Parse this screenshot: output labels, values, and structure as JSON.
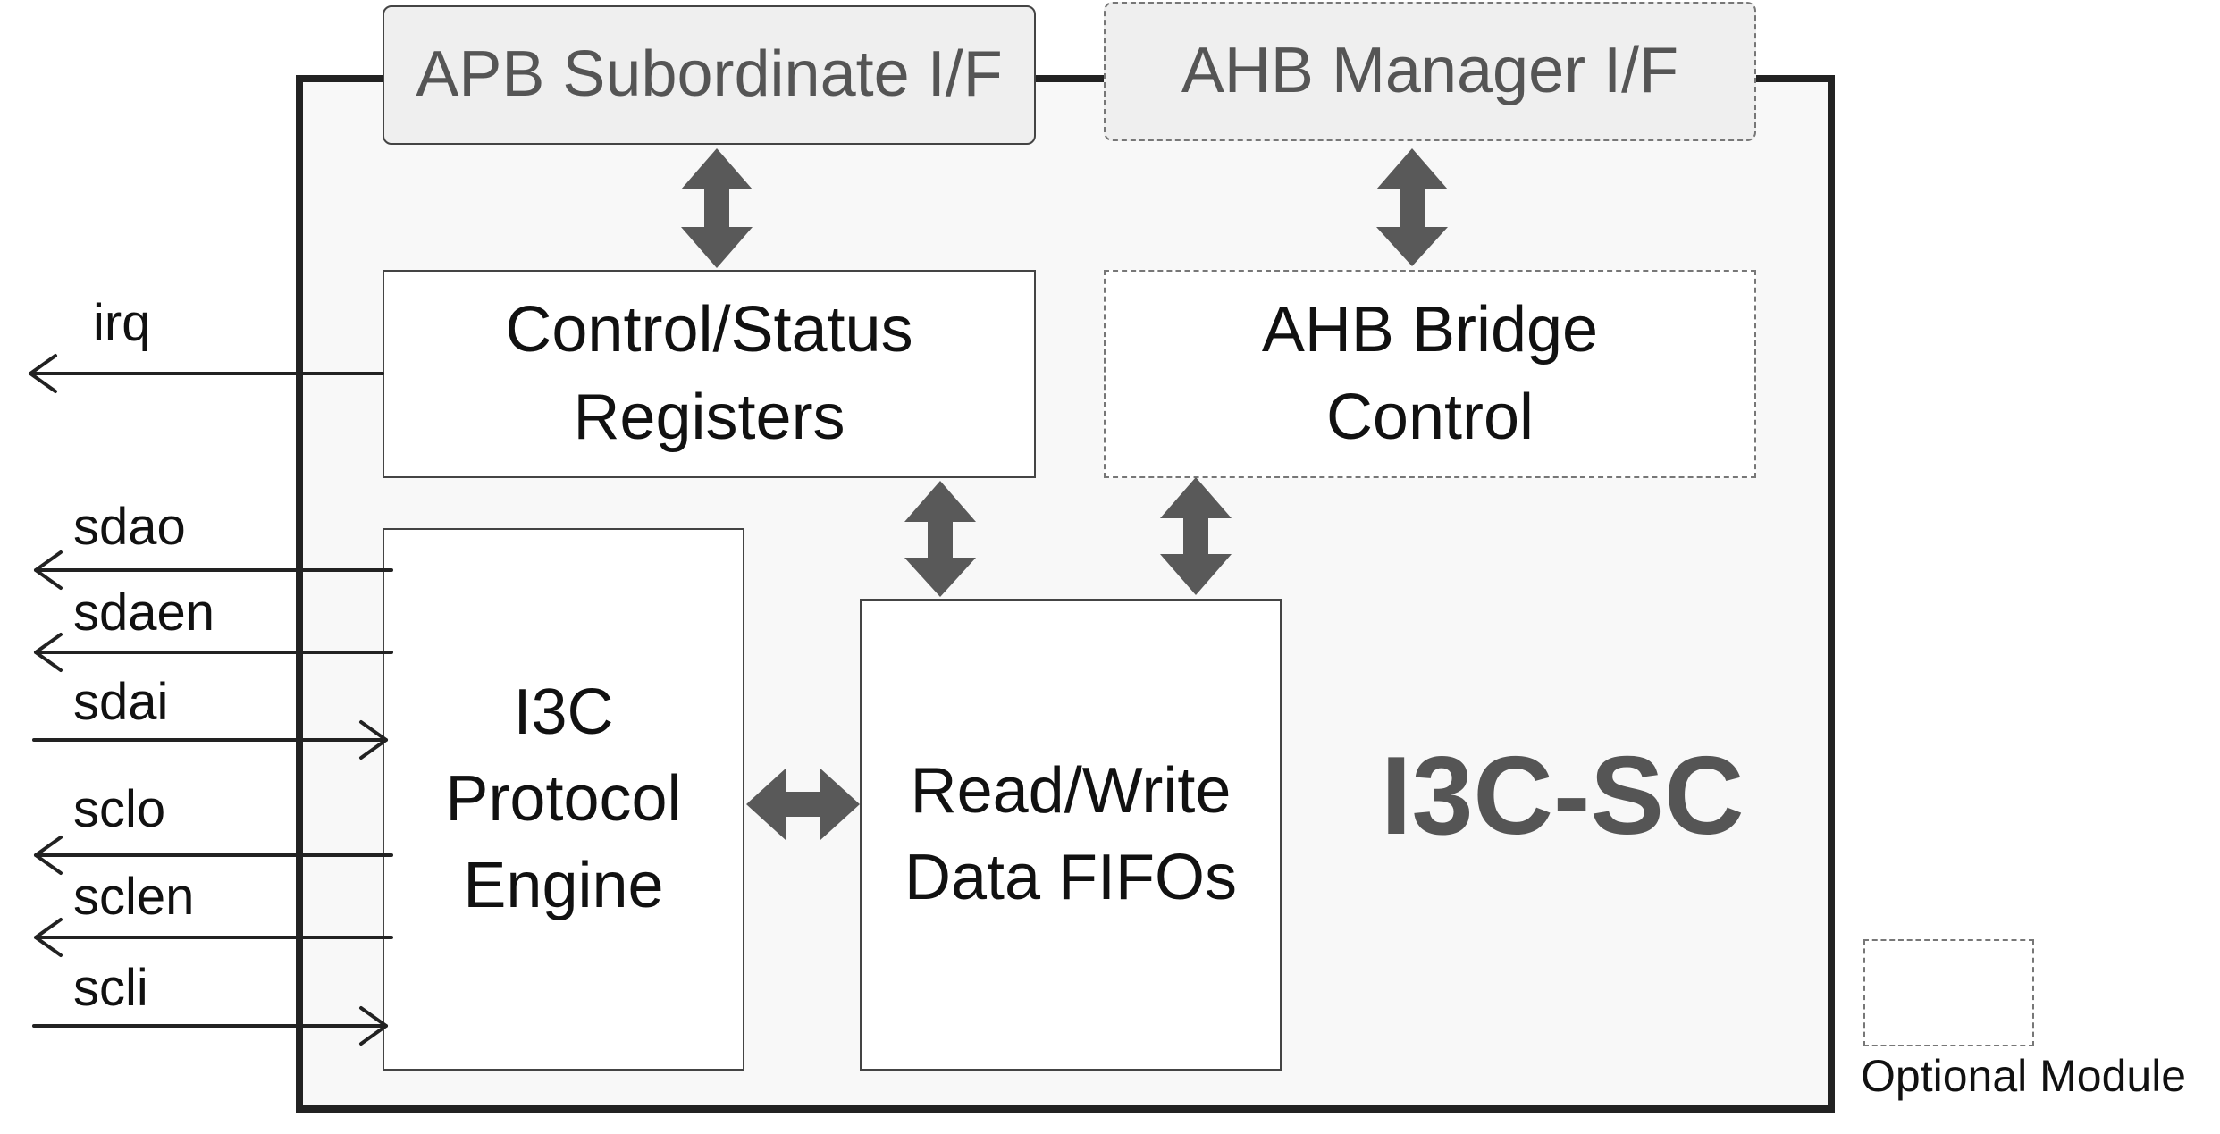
{
  "diagram": {
    "module_name": "I3C-SC",
    "blocks": {
      "apb_if": "APB Subordinate I/F",
      "ahb_if": "AHB Manager I/F",
      "csr": [
        "Control/Status",
        "Registers"
      ],
      "ahb_bridge": [
        "AHB Bridge",
        "Control"
      ],
      "protocol_engine": [
        "I3C",
        "Protocol",
        "Engine"
      ],
      "fifos": [
        "Read/Write",
        "Data FIFOs"
      ]
    },
    "signals": {
      "irq": "irq",
      "sdao": "sdao",
      "sdaen": "sdaen",
      "sdai": "sdai",
      "sclo": "sclo",
      "sclen": "sclen",
      "scli": "scli"
    },
    "legend": {
      "optional_label": "Optional Module"
    },
    "colors": {
      "arrow": "#555555",
      "border": "#222222",
      "shaded": "#efefef"
    }
  }
}
